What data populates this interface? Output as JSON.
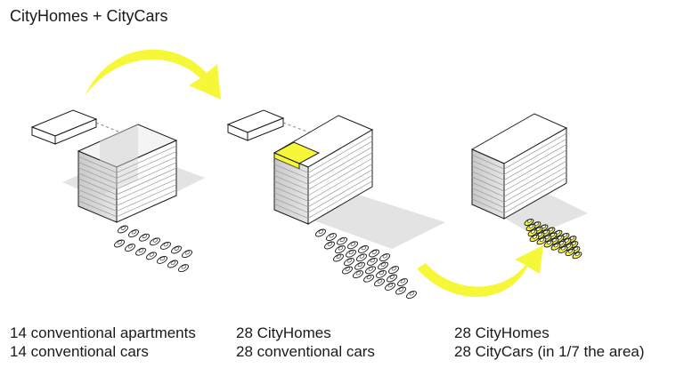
{
  "title": "CityHomes + CityCars",
  "colors": {
    "accent": "#f7f73a",
    "line": "#1a1a1a",
    "building_front": "#ffffff",
    "building_side": "#d8d8d8",
    "shadow": "#d4d4d4"
  },
  "scenarios": [
    {
      "line1": "14 conventional apartments",
      "line2": "14 conventional cars"
    },
    {
      "line1": "28 CityHomes",
      "line2": "28 conventional cars"
    },
    {
      "line1": "28 CityHomes",
      "line2": "28 CityCars (in 1/7 the area)"
    }
  ],
  "arrows": [
    {
      "direction": "right",
      "name": "curved-arrow-top"
    },
    {
      "direction": "up",
      "name": "curved-arrow-bottom"
    }
  ]
}
